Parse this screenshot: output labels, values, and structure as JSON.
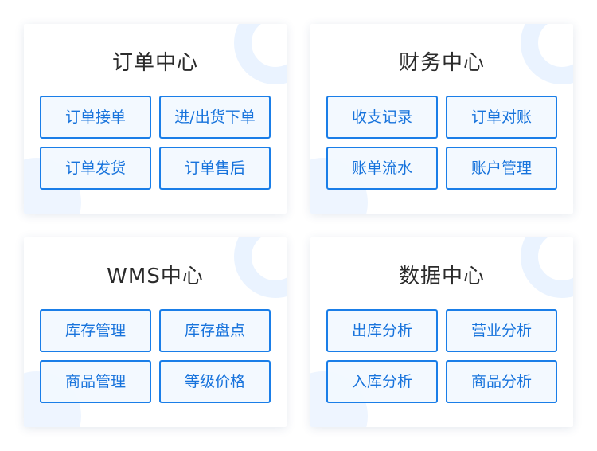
{
  "cards": [
    {
      "title": "订单中心",
      "buttons": [
        "订单接单",
        "进/出货下单",
        "订单发货",
        "订单售后"
      ]
    },
    {
      "title": "财务中心",
      "buttons": [
        "收支记录",
        "订单对账",
        "账单流水",
        "账户管理"
      ]
    },
    {
      "title": "WMS中心",
      "buttons": [
        "库存管理",
        "库存盘点",
        "商品管理",
        "等级价格"
      ]
    },
    {
      "title": "数据中心",
      "buttons": [
        "出库分析",
        "营业分析",
        "入库分析",
        "商品分析"
      ]
    }
  ],
  "colors": {
    "accent": "#1a7ee8",
    "button_text": "#1773dc",
    "button_bg": "#f2f8ff",
    "title_text": "#2b2b2b",
    "decor": "#eaf3ff"
  }
}
